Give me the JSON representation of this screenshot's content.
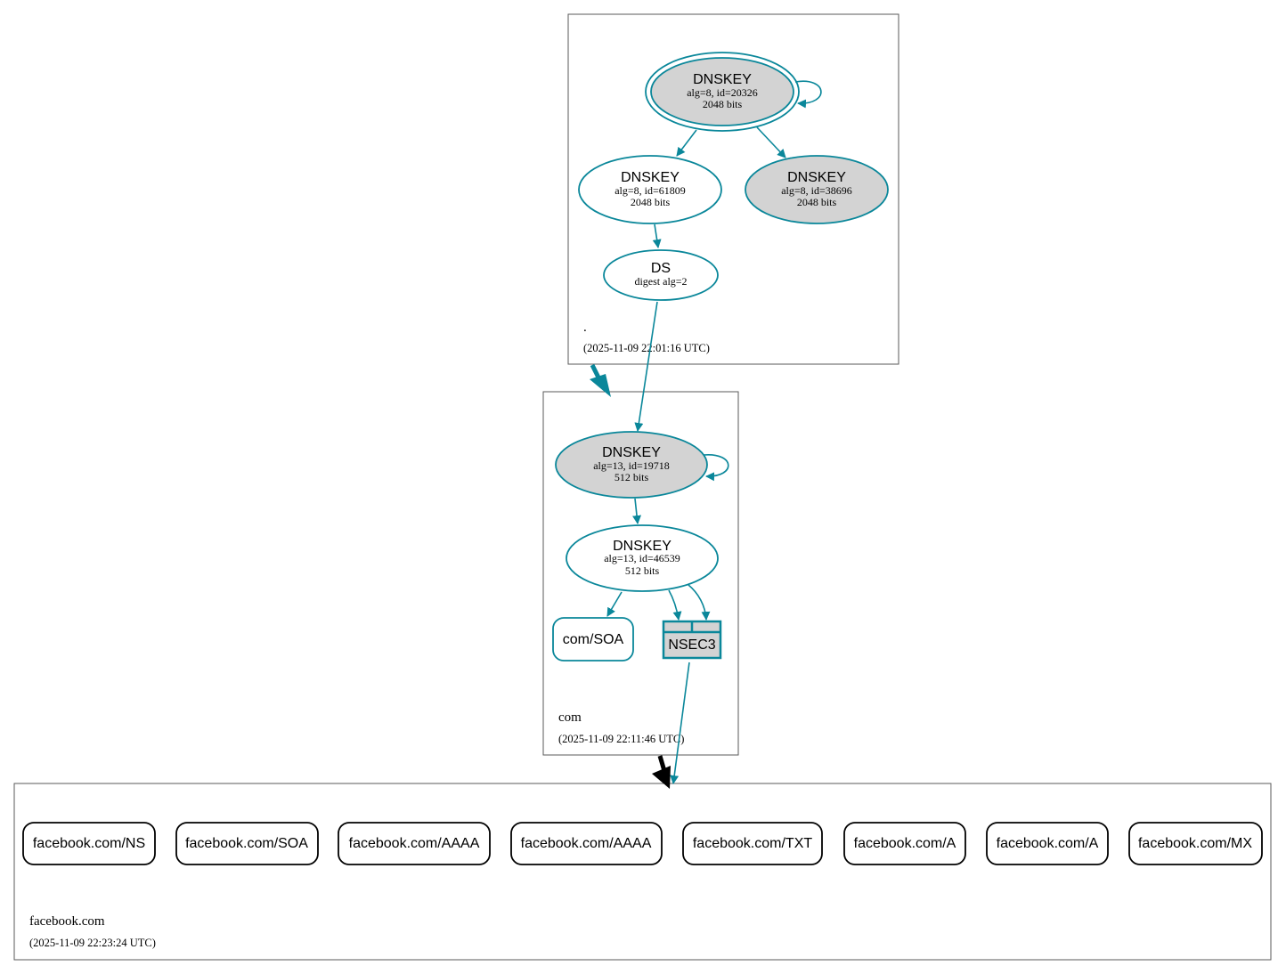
{
  "zones": {
    "root": {
      "name": ".",
      "timestamp": "(2025-11-09 22:01:16 UTC)"
    },
    "com": {
      "name": "com",
      "timestamp": "(2025-11-09 22:11:46 UTC)"
    },
    "facebook": {
      "name": "facebook.com",
      "timestamp": "(2025-11-09 22:23:24 UTC)"
    }
  },
  "nodes": {
    "root_ksk": {
      "title": "DNSKEY",
      "line1": "alg=8, id=20326",
      "line2": "2048 bits"
    },
    "root_zsk": {
      "title": "DNSKEY",
      "line1": "alg=8, id=61809",
      "line2": "2048 bits"
    },
    "root_key3": {
      "title": "DNSKEY",
      "line1": "alg=8, id=38696",
      "line2": "2048 bits"
    },
    "root_ds": {
      "title": "DS",
      "line1": "digest alg=2"
    },
    "com_ksk": {
      "title": "DNSKEY",
      "line1": "alg=13, id=19718",
      "line2": "512 bits"
    },
    "com_zsk": {
      "title": "DNSKEY",
      "line1": "alg=13, id=46539",
      "line2": "512 bits"
    },
    "com_soa": {
      "title": "com/SOA"
    },
    "com_nsec3": {
      "title": "NSEC3"
    }
  },
  "records": [
    {
      "label": "facebook.com/NS"
    },
    {
      "label": "facebook.com/SOA"
    },
    {
      "label": "facebook.com/AAAA"
    },
    {
      "label": "facebook.com/AAAA"
    },
    {
      "label": "facebook.com/TXT"
    },
    {
      "label": "facebook.com/A"
    },
    {
      "label": "facebook.com/A"
    },
    {
      "label": "facebook.com/MX"
    }
  ],
  "colors": {
    "edge": "#0a879a",
    "grey_fill": "#d3d3d3",
    "delegation_insecure": "#000000"
  }
}
